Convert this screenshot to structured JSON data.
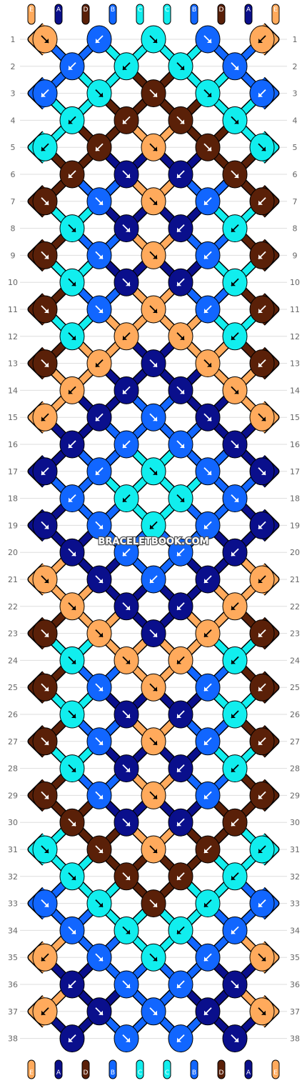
{
  "pattern": {
    "watermark": "BRACELETBOOK.COM",
    "strand_letters_top": [
      "E",
      "A",
      "D",
      "B",
      "C",
      "C",
      "B",
      "D",
      "A",
      "E"
    ],
    "strand_letters_bottom": [
      "E",
      "A",
      "D",
      "B",
      "C",
      "C",
      "B",
      "D",
      "A",
      "E"
    ],
    "colors": {
      "A": "#0a0f8c",
      "B": "#1166ff",
      "C": "#11eeee",
      "D": "#5a2008",
      "E": "#ffaa5c"
    },
    "rows": [
      {
        "n": 1,
        "knots": [
          [
            "E",
            "r"
          ],
          [
            "B",
            "l"
          ],
          [
            "C",
            "r"
          ],
          [
            "B",
            "r"
          ],
          [
            "E",
            "l"
          ]
        ]
      },
      {
        "n": 2,
        "knots": [
          [
            "B",
            "l"
          ],
          [
            "C",
            "l"
          ],
          [
            "C",
            "r"
          ],
          [
            "B",
            "r"
          ]
        ]
      },
      {
        "n": 3,
        "knots": [
          [
            "B",
            "l"
          ],
          [
            "C",
            "r"
          ],
          [
            "D",
            "r"
          ],
          [
            "C",
            "r"
          ],
          [
            "B",
            "l"
          ]
        ]
      },
      {
        "n": 4,
        "knots": [
          [
            "C",
            "l"
          ],
          [
            "D",
            "l"
          ],
          [
            "D",
            "r"
          ],
          [
            "C",
            "r"
          ]
        ]
      },
      {
        "n": 5,
        "knots": [
          [
            "C",
            "l"
          ],
          [
            "D",
            "l"
          ],
          [
            "E",
            "r"
          ],
          [
            "D",
            "r"
          ],
          [
            "C",
            "r"
          ]
        ]
      },
      {
        "n": 6,
        "knots": [
          [
            "D",
            "l"
          ],
          [
            "A",
            "r"
          ],
          [
            "A",
            "l"
          ],
          [
            "D",
            "r"
          ]
        ]
      },
      {
        "n": 7,
        "knots": [
          [
            "D",
            "r"
          ],
          [
            "B",
            "r"
          ],
          [
            "E",
            "r"
          ],
          [
            "B",
            "l"
          ],
          [
            "D",
            "l"
          ]
        ]
      },
      {
        "n": 8,
        "knots": [
          [
            "C",
            "r"
          ],
          [
            "A",
            "r"
          ],
          [
            "A",
            "l"
          ],
          [
            "C",
            "l"
          ]
        ]
      },
      {
        "n": 9,
        "knots": [
          [
            "D",
            "r"
          ],
          [
            "B",
            "r"
          ],
          [
            "E",
            "r"
          ],
          [
            "B",
            "l"
          ],
          [
            "D",
            "l"
          ]
        ]
      },
      {
        "n": 10,
        "knots": [
          [
            "C",
            "r"
          ],
          [
            "A",
            "r"
          ],
          [
            "A",
            "l"
          ],
          [
            "C",
            "l"
          ]
        ]
      },
      {
        "n": 11,
        "knots": [
          [
            "D",
            "r"
          ],
          [
            "B",
            "r"
          ],
          [
            "E",
            "r"
          ],
          [
            "B",
            "l"
          ],
          [
            "D",
            "l"
          ]
        ]
      },
      {
        "n": 12,
        "knots": [
          [
            "C",
            "r"
          ],
          [
            "E",
            "l"
          ],
          [
            "E",
            "r"
          ],
          [
            "C",
            "l"
          ]
        ]
      },
      {
        "n": 13,
        "knots": [
          [
            "D",
            "r"
          ],
          [
            "E",
            "l"
          ],
          [
            "A",
            "r"
          ],
          [
            "E",
            "r"
          ],
          [
            "D",
            "l"
          ]
        ]
      },
      {
        "n": 14,
        "knots": [
          [
            "E",
            "l"
          ],
          [
            "A",
            "l"
          ],
          [
            "A",
            "r"
          ],
          [
            "E",
            "r"
          ]
        ]
      },
      {
        "n": 15,
        "knots": [
          [
            "E",
            "l"
          ],
          [
            "A",
            "l"
          ],
          [
            "B",
            "r"
          ],
          [
            "A",
            "r"
          ],
          [
            "E",
            "r"
          ]
        ]
      },
      {
        "n": 16,
        "knots": [
          [
            "A",
            "l"
          ],
          [
            "B",
            "l"
          ],
          [
            "B",
            "r"
          ],
          [
            "A",
            "r"
          ]
        ]
      },
      {
        "n": 17,
        "knots": [
          [
            "A",
            "l"
          ],
          [
            "B",
            "l"
          ],
          [
            "C",
            "r"
          ],
          [
            "B",
            "r"
          ],
          [
            "A",
            "r"
          ]
        ]
      },
      {
        "n": 18,
        "knots": [
          [
            "B",
            "l"
          ],
          [
            "C",
            "l"
          ],
          [
            "C",
            "r"
          ],
          [
            "B",
            "r"
          ]
        ]
      },
      {
        "n": 19,
        "knots": [
          [
            "A",
            "r"
          ],
          [
            "B",
            "r"
          ],
          [
            "C",
            "l"
          ],
          [
            "B",
            "l"
          ],
          [
            "A",
            "l"
          ]
        ]
      },
      {
        "n": 20,
        "knots": [
          [
            "A",
            "r"
          ],
          [
            "B",
            "l"
          ],
          [
            "B",
            "l"
          ],
          [
            "A",
            "l"
          ]
        ]
      },
      {
        "n": 21,
        "knots": [
          [
            "E",
            "r"
          ],
          [
            "A",
            "r"
          ],
          [
            "B",
            "l"
          ],
          [
            "A",
            "l"
          ],
          [
            "E",
            "l"
          ]
        ]
      },
      {
        "n": 22,
        "knots": [
          [
            "E",
            "r"
          ],
          [
            "A",
            "r"
          ],
          [
            "A",
            "l"
          ],
          [
            "E",
            "l"
          ]
        ]
      },
      {
        "n": 23,
        "knots": [
          [
            "D",
            "r"
          ],
          [
            "E",
            "r"
          ],
          [
            "A",
            "r"
          ],
          [
            "E",
            "l"
          ],
          [
            "D",
            "l"
          ]
        ]
      },
      {
        "n": 24,
        "knots": [
          [
            "C",
            "r"
          ],
          [
            "E",
            "r"
          ],
          [
            "E",
            "l"
          ],
          [
            "C",
            "l"
          ]
        ]
      },
      {
        "n": 25,
        "knots": [
          [
            "D",
            "r"
          ],
          [
            "B",
            "r"
          ],
          [
            "E",
            "r"
          ],
          [
            "B",
            "l"
          ],
          [
            "D",
            "l"
          ]
        ]
      },
      {
        "n": 26,
        "knots": [
          [
            "C",
            "r"
          ],
          [
            "A",
            "r"
          ],
          [
            "A",
            "l"
          ],
          [
            "C",
            "l"
          ]
        ]
      },
      {
        "n": 27,
        "knots": [
          [
            "D",
            "r"
          ],
          [
            "B",
            "r"
          ],
          [
            "E",
            "r"
          ],
          [
            "B",
            "l"
          ],
          [
            "D",
            "l"
          ]
        ]
      },
      {
        "n": 28,
        "knots": [
          [
            "C",
            "r"
          ],
          [
            "A",
            "r"
          ],
          [
            "A",
            "l"
          ],
          [
            "C",
            "l"
          ]
        ]
      },
      {
        "n": 29,
        "knots": [
          [
            "D",
            "r"
          ],
          [
            "B",
            "r"
          ],
          [
            "E",
            "r"
          ],
          [
            "B",
            "l"
          ],
          [
            "D",
            "l"
          ]
        ]
      },
      {
        "n": 30,
        "knots": [
          [
            "D",
            "r"
          ],
          [
            "A",
            "r"
          ],
          [
            "A",
            "l"
          ],
          [
            "D",
            "l"
          ]
        ]
      },
      {
        "n": 31,
        "knots": [
          [
            "C",
            "r"
          ],
          [
            "D",
            "r"
          ],
          [
            "E",
            "r"
          ],
          [
            "D",
            "l"
          ],
          [
            "C",
            "l"
          ]
        ]
      },
      {
        "n": 32,
        "knots": [
          [
            "C",
            "r"
          ],
          [
            "D",
            "r"
          ],
          [
            "D",
            "l"
          ],
          [
            "C",
            "l"
          ]
        ]
      },
      {
        "n": 33,
        "knots": [
          [
            "B",
            "r"
          ],
          [
            "C",
            "r"
          ],
          [
            "D",
            "r"
          ],
          [
            "C",
            "l"
          ],
          [
            "B",
            "l"
          ]
        ]
      },
      {
        "n": 34,
        "knots": [
          [
            "B",
            "r"
          ],
          [
            "C",
            "r"
          ],
          [
            "C",
            "l"
          ],
          [
            "B",
            "l"
          ]
        ]
      },
      {
        "n": 35,
        "knots": [
          [
            "E",
            "l"
          ],
          [
            "B",
            "r"
          ],
          [
            "C",
            "r"
          ],
          [
            "B",
            "l"
          ],
          [
            "E",
            "r"
          ]
        ]
      },
      {
        "n": 36,
        "knots": [
          [
            "A",
            "l"
          ],
          [
            "B",
            "r"
          ],
          [
            "B",
            "l"
          ],
          [
            "A",
            "r"
          ]
        ]
      },
      {
        "n": 37,
        "knots": [
          [
            "E",
            "l"
          ],
          [
            "A",
            "r"
          ],
          [
            "B",
            "r"
          ],
          [
            "A",
            "l"
          ],
          [
            "E",
            "r"
          ]
        ]
      },
      {
        "n": 38,
        "knots": [
          [
            "A",
            "l"
          ],
          [
            "B",
            "r"
          ],
          [
            "B",
            "l"
          ],
          [
            "A",
            "r"
          ]
        ]
      }
    ]
  }
}
